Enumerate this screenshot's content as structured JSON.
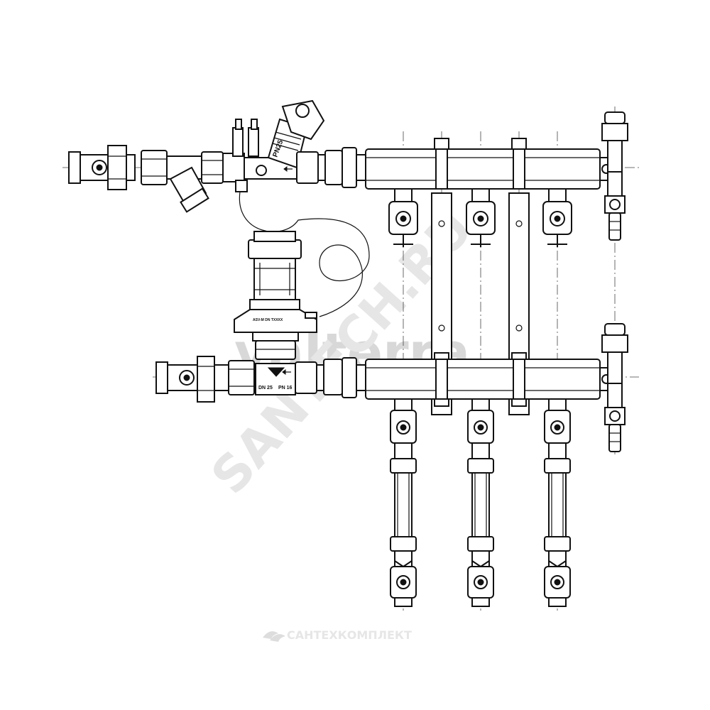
{
  "labels": {
    "pn25": "PN25",
    "dn25": "DN 25",
    "pn16": "PN 16",
    "body_marking": "ASV-M DN TXXXX"
  },
  "watermarks": {
    "brand": "valterra",
    "site": "SANTECH.RU",
    "footer": "САНТЕХКОМПЛЕКТ"
  },
  "colors": {
    "line": "#111111",
    "watermark": "#d8d8d8"
  }
}
